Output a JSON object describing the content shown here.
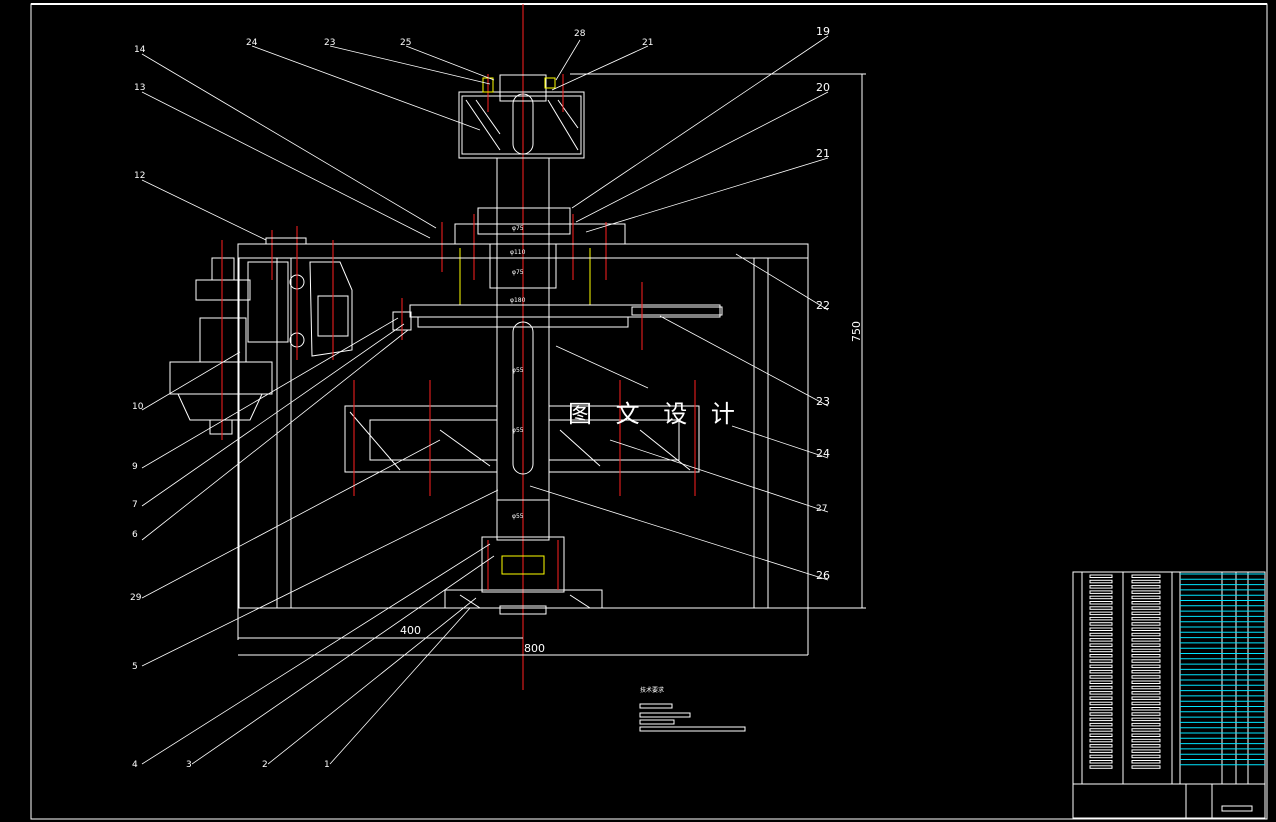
{
  "drawing": {
    "watermark": "图 文 设 计",
    "tech_req_title": "技术要求",
    "dimensions": {
      "height": "750",
      "half_width": "400",
      "width": "800"
    },
    "diameters": [
      "φ75",
      "φ110",
      "φ75",
      "φ180",
      "φ55",
      "φ55",
      "φ55"
    ],
    "part_numbers": {
      "p14": "14",
      "p13": "13",
      "p12": "12",
      "p24a": "24",
      "p23a": "23",
      "p25": "25",
      "p28": "28",
      "p21a": "21",
      "p19": "19",
      "p20": "20",
      "p21b": "21",
      "p22": "22",
      "p23b": "23",
      "p24b": "24",
      "p27": "27",
      "p26": "26",
      "p10": "10",
      "p9": "9",
      "p7": "7",
      "p6": "6",
      "p29": "29",
      "p5": "5",
      "p4": "4",
      "p3": "3",
      "p2": "2",
      "p1": "1"
    }
  },
  "colors": {
    "background": "#000000",
    "lines": "#ffffff",
    "centerline": "#ff2020",
    "highlight": "#ffff00",
    "table_rows": "#00e5ff"
  }
}
